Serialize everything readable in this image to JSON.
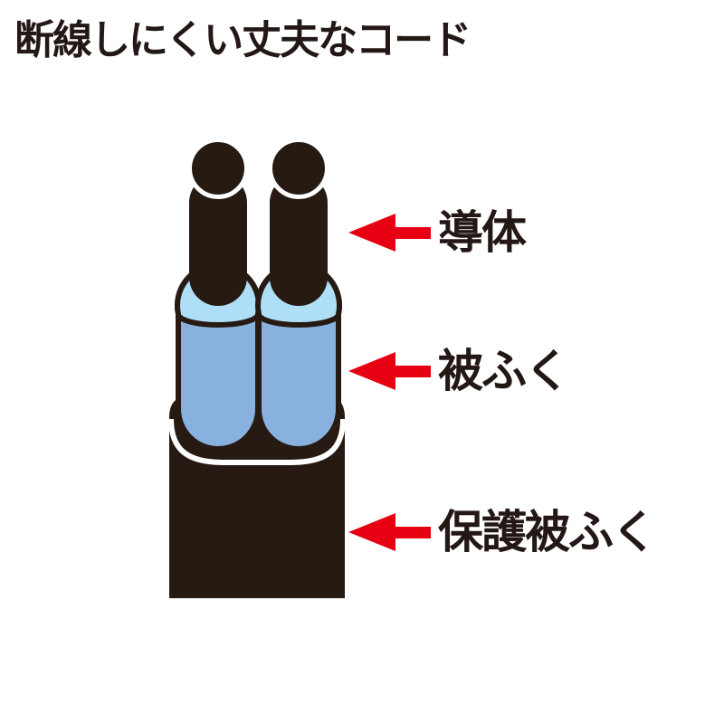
{
  "title": "断線しにくい丈夫なコード",
  "parts": [
    {
      "label": "導体"
    },
    {
      "label": "被ふく"
    },
    {
      "label": "保護被ふく"
    }
  ],
  "colors": {
    "arrow_red": "#e60012",
    "line_black": "#261a12",
    "text_black": "#231815",
    "insulation_blue": "#88b1df",
    "insulation_cutface_blue": "#aedff7",
    "highlight_white": "#ffffff",
    "background": "#ffffff"
  }
}
